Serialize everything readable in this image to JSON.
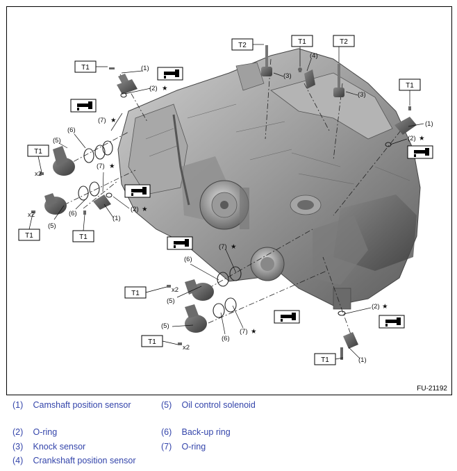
{
  "figure_id": "FU-21192",
  "tool_labels": {
    "t1": "T1",
    "t2": "T2"
  },
  "callouts": {
    "c1": "(1)",
    "c2": "(2)",
    "c3": "(3)",
    "c4": "(4)",
    "c5": "(5)",
    "c6": "(6)",
    "c7": "(7)",
    "star": "★",
    "x2": "x2"
  },
  "legend": [
    {
      "num": "(1)",
      "label": "Camshaft position sensor"
    },
    {
      "num": "(2)",
      "label": "O-ring"
    },
    {
      "num": "(3)",
      "label": "Knock sensor"
    },
    {
      "num": "(4)",
      "label": "Crankshaft position sensor"
    },
    {
      "num": "(5)",
      "label": "Oil control solenoid"
    },
    {
      "num": "(6)",
      "label": "Back-up ring"
    },
    {
      "num": "(7)",
      "label": "O-ring"
    }
  ]
}
